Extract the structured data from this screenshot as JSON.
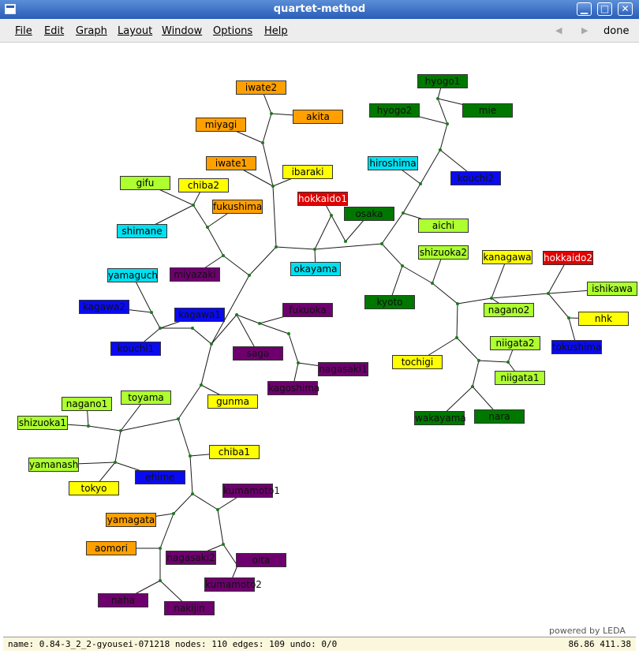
{
  "window": {
    "title": "quartet-method",
    "minimize_glyph": "▁",
    "maximize_glyph": "□",
    "close_glyph": "✕"
  },
  "menu": {
    "file": "File",
    "edit": "Edit",
    "graph": "Graph",
    "layout": "Layout",
    "window": "Window",
    "options": "Options",
    "help": "Help",
    "back_glyph": "◀",
    "forward_glyph": "▶",
    "done": "done"
  },
  "colors": {
    "orange": "#ffa000",
    "yellow": "#ffff00",
    "lime": "#adff2f",
    "darkgreen": "#007800",
    "cyan": "#00e0f0",
    "blue": "#0a0af0",
    "purple": "#6e006e",
    "red": "#e00000"
  },
  "labels": [
    {
      "text": "iwate2",
      "color": "orange"
    },
    {
      "text": "akita",
      "color": "orange"
    },
    {
      "text": "miyagi",
      "color": "orange"
    },
    {
      "text": "iwate1",
      "color": "orange"
    },
    {
      "text": "ibaraki",
      "color": "yellow"
    },
    {
      "text": "gifu",
      "color": "lime"
    },
    {
      "text": "chiba2",
      "color": "yellow"
    },
    {
      "text": "fukushima",
      "color": "orange"
    },
    {
      "text": "shimane",
      "color": "cyan"
    },
    {
      "text": "hokkaido1",
      "color": "red"
    },
    {
      "text": "osaka",
      "color": "darkgreen"
    },
    {
      "text": "hyogo1",
      "color": "darkgreen"
    },
    {
      "text": "hyogo2",
      "color": "darkgreen"
    },
    {
      "text": "mie",
      "color": "darkgreen"
    },
    {
      "text": "hiroshima",
      "color": "cyan"
    },
    {
      "text": "kouchi2",
      "color": "blue"
    },
    {
      "text": "aichi",
      "color": "lime"
    },
    {
      "text": "shizuoka2",
      "color": "lime"
    },
    {
      "text": "kanagawa",
      "color": "yellow"
    },
    {
      "text": "hokkaido2",
      "color": "red"
    },
    {
      "text": "ishikawa",
      "color": "lime"
    },
    {
      "text": "yamaguch",
      "color": "cyan"
    },
    {
      "text": "miyazaki",
      "color": "purple"
    },
    {
      "text": "okayama",
      "color": "cyan"
    },
    {
      "text": "kyoto",
      "color": "darkgreen"
    },
    {
      "text": "nagano2",
      "color": "lime"
    },
    {
      "text": "nhk",
      "color": "yellow"
    },
    {
      "text": "kagawa2",
      "color": "blue"
    },
    {
      "text": "kagawa1",
      "color": "blue"
    },
    {
      "text": "fukuoka",
      "color": "purple"
    },
    {
      "text": "kouchi1",
      "color": "blue"
    },
    {
      "text": "saga",
      "color": "purple"
    },
    {
      "text": "niigata2",
      "color": "lime"
    },
    {
      "text": "tokushima",
      "color": "blue"
    },
    {
      "text": "tochigi",
      "color": "yellow"
    },
    {
      "text": "nagasaki1",
      "color": "purple"
    },
    {
      "text": "kagoshima",
      "color": "purple"
    },
    {
      "text": "niigata1",
      "color": "lime"
    },
    {
      "text": "toyama",
      "color": "lime"
    },
    {
      "text": "gunma",
      "color": "yellow"
    },
    {
      "text": "nagano1",
      "color": "lime"
    },
    {
      "text": "wakayama",
      "color": "darkgreen"
    },
    {
      "text": "nara",
      "color": "darkgreen"
    },
    {
      "text": "shizuoka1",
      "color": "lime"
    },
    {
      "text": "chiba1",
      "color": "yellow"
    },
    {
      "text": "yamanash",
      "color": "lime"
    },
    {
      "text": "ehime",
      "color": "blue"
    },
    {
      "text": "tokyo",
      "color": "yellow"
    },
    {
      "text": "kumamoto1",
      "color": "purple"
    },
    {
      "text": "yamagata",
      "color": "orange"
    },
    {
      "text": "aomori",
      "color": "orange"
    },
    {
      "text": "nagasaki2",
      "color": "purple"
    },
    {
      "text": "oita",
      "color": "purple"
    },
    {
      "text": "kumamoto2",
      "color": "purple"
    },
    {
      "text": "naha",
      "color": "purple"
    },
    {
      "text": "nakijin",
      "color": "purple"
    }
  ],
  "powered_by": "powered by LEDA",
  "status": {
    "left": "name: 0.84-3_2_2-gyousei-071218  nodes: 110 edges: 109 undo: 0/0",
    "right": "86.86   411.38"
  }
}
